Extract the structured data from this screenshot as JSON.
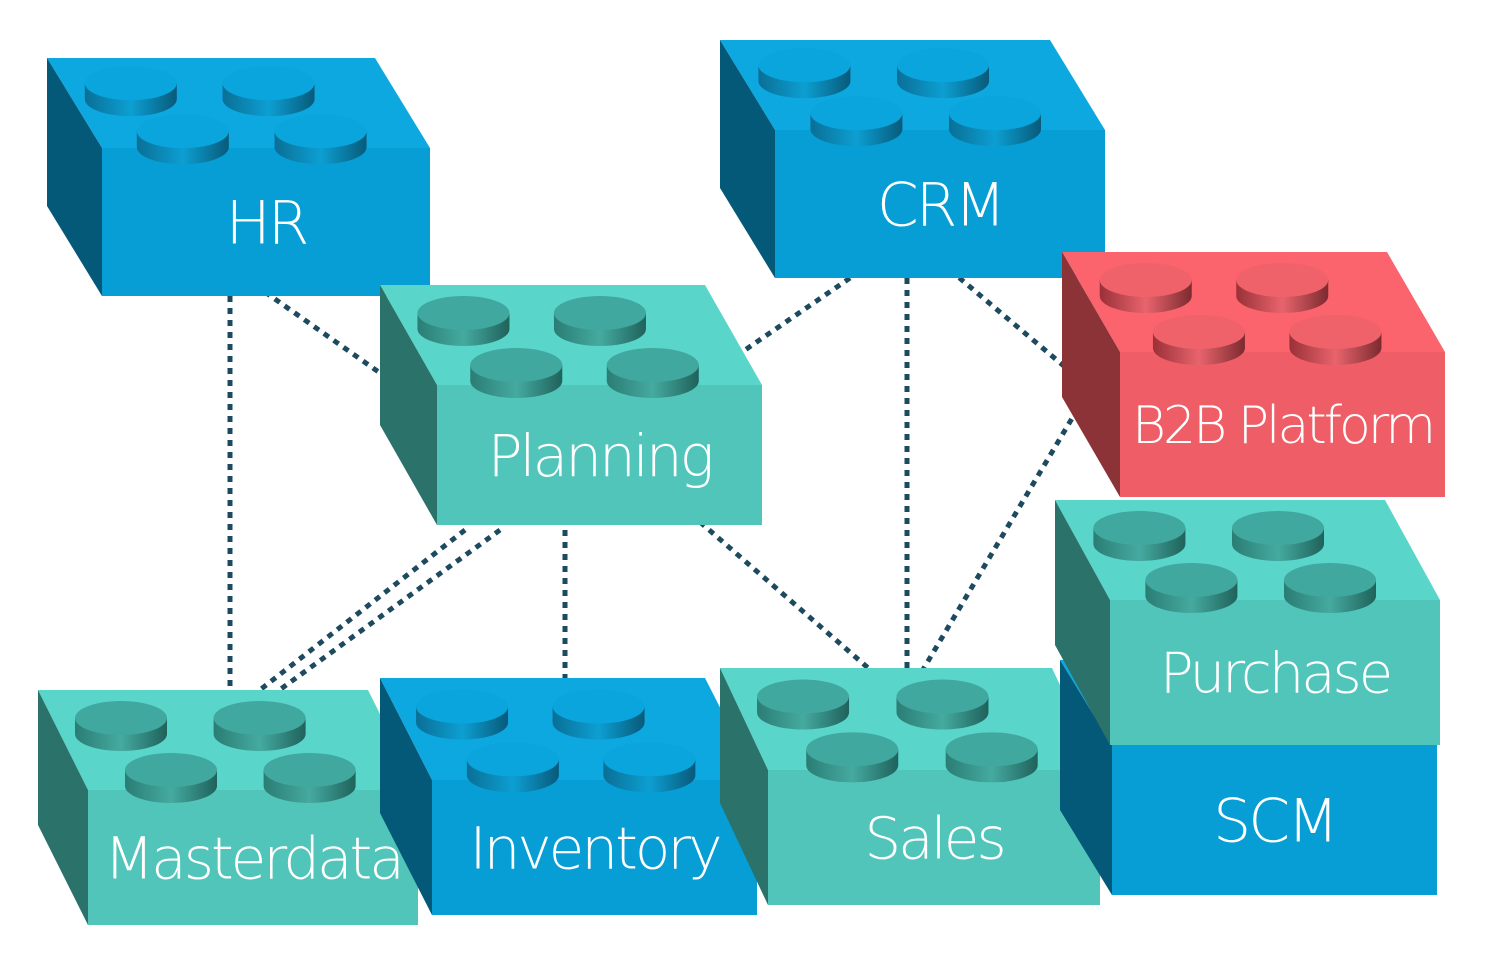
{
  "diagram": {
    "title": "Modular ERP building blocks",
    "colors": {
      "blue": "#0aa6dc",
      "teal": "#55cfc4",
      "red": "#f0606a",
      "connector": "#1d4a5e",
      "label": "#ffffff"
    },
    "blocks": [
      {
        "id": "hr",
        "label": "HR",
        "color": "blue"
      },
      {
        "id": "crm",
        "label": "CRM",
        "color": "blue"
      },
      {
        "id": "planning",
        "label": "Planning",
        "color": "teal"
      },
      {
        "id": "b2b",
        "label": "B2B Platform",
        "color": "red"
      },
      {
        "id": "purchase",
        "label": "Purchase",
        "color": "teal"
      },
      {
        "id": "scm",
        "label": "SCM",
        "color": "blue"
      },
      {
        "id": "masterdata",
        "label": "Masterdata",
        "color": "teal"
      },
      {
        "id": "inventory",
        "label": "Inventory",
        "color": "blue"
      },
      {
        "id": "sales",
        "label": "Sales",
        "color": "teal"
      }
    ],
    "connections": [
      {
        "from": "hr",
        "to": "masterdata"
      },
      {
        "from": "hr",
        "to": "planning"
      },
      {
        "from": "crm",
        "to": "planning"
      },
      {
        "from": "crm",
        "to": "sales"
      },
      {
        "from": "crm",
        "to": "b2b"
      },
      {
        "from": "b2b",
        "to": "sales"
      },
      {
        "from": "planning",
        "to": "masterdata"
      },
      {
        "from": "planning",
        "to": "inventory"
      },
      {
        "from": "planning",
        "to": "sales"
      }
    ]
  }
}
